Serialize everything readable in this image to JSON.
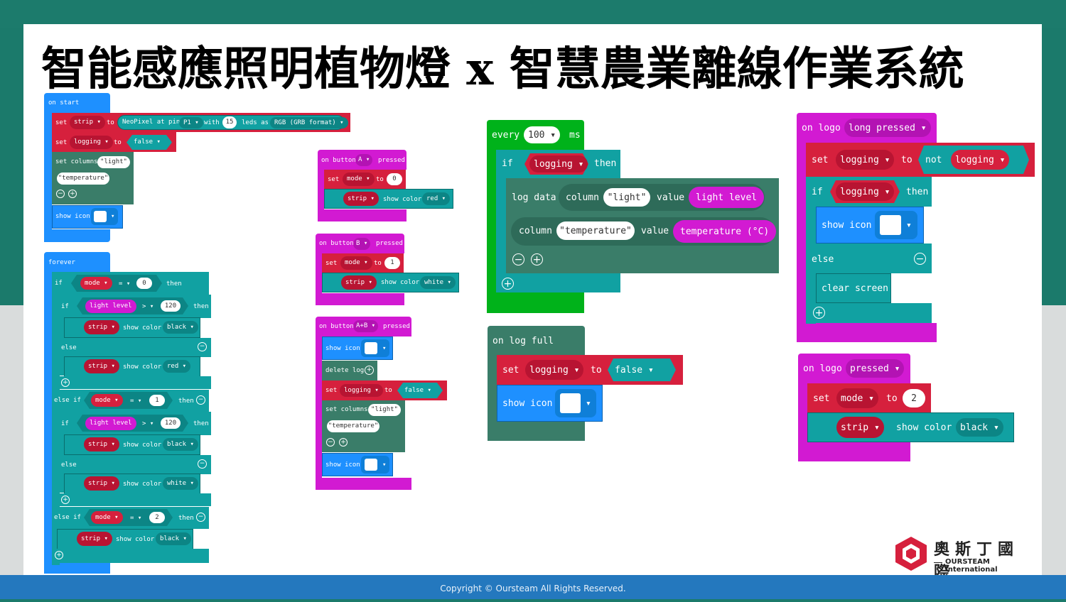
{
  "slide": {
    "title": "智能感應照明植物燈 x 智慧農業離線作業系統",
    "footer": "Copyright © Oursteam All Rights Reserved.",
    "logo_cn": "奧斯丁國際",
    "logo_en": "OURSTEAM International"
  },
  "colors": {
    "basic": "#1e90ff",
    "variables": "#d6203d",
    "neopixel": "#11a1a2",
    "logic": "#11a1a2",
    "datalogger": "#3a7d69",
    "input": "#d21ad2",
    "loops": "#00b21a"
  },
  "on_start": {
    "hat": "on start",
    "set1": {
      "set": "set",
      "var": "strip",
      "to": "to",
      "neopixel": "NeoPixel at pin",
      "pin": "P1",
      "with": "with",
      "count": "15",
      "leds_as": "leds as",
      "format": "RGB (GRB format)"
    },
    "set2": {
      "set": "set",
      "var": "logging",
      "to": "to",
      "value": "false"
    },
    "columns": {
      "label": "set columns",
      "c1": "light",
      "c2": "temperature"
    },
    "show_icon": "show icon"
  },
  "forever": {
    "hat": "forever",
    "if_kw": "if",
    "then_kw": "then",
    "else_kw": "else",
    "elseif_kw": "else if",
    "mode": "mode",
    "eq": "=",
    "gt": ">",
    "v0": "0",
    "v1": "1",
    "v2": "2",
    "v120": "120",
    "light_level": "light level",
    "strip": "strip",
    "show_color": "show color",
    "black": "black",
    "red": "red",
    "white": "white"
  },
  "button_a": {
    "hat_on": "on button",
    "btn": "A",
    "pressed": "pressed",
    "set": "set",
    "var": "mode",
    "to": "to",
    "val": "0",
    "strip": "strip",
    "show_color": "show color",
    "color": "red"
  },
  "button_b": {
    "hat_on": "on button",
    "btn": "B",
    "pressed": "pressed",
    "set": "set",
    "var": "mode",
    "to": "to",
    "val": "1",
    "strip": "strip",
    "show_color": "show color",
    "color": "white"
  },
  "button_ab": {
    "hat_on": "on button",
    "btn": "A+B",
    "pressed": "pressed",
    "show_icon": "show icon",
    "delete_log": "delete log",
    "set": "set",
    "var": "logging",
    "to": "to",
    "val": "false",
    "columns": "set columns",
    "c1": "light",
    "c2": "temperature",
    "show_icon2": "show icon"
  },
  "every": {
    "every": "every",
    "ms_val": "100",
    "ms": "ms",
    "if": "if",
    "var": "logging",
    "then": "then",
    "log_data": "log data",
    "column": "column",
    "c1": "light",
    "value": "value",
    "v1": "light level",
    "column2": "column",
    "c2": "temperature",
    "value2": "value",
    "v2": "temperature (°C)"
  },
  "log_full": {
    "hat": "on log full",
    "set": "set",
    "var": "logging",
    "to": "to",
    "val": "false",
    "show_icon": "show icon"
  },
  "logo_long": {
    "on": "on",
    "logo": "logo",
    "event": "long pressed",
    "set": "set",
    "var": "logging",
    "to": "to",
    "not": "not",
    "var2": "logging",
    "if": "if",
    "cond": "logging",
    "then": "then",
    "show_icon": "show icon",
    "else": "else",
    "clear": "clear screen"
  },
  "logo_pressed": {
    "on": "on",
    "logo": "logo",
    "event": "pressed",
    "set": "set",
    "var": "mode",
    "to": "to",
    "val": "2",
    "strip": "strip",
    "show_color": "show color",
    "color": "black"
  }
}
